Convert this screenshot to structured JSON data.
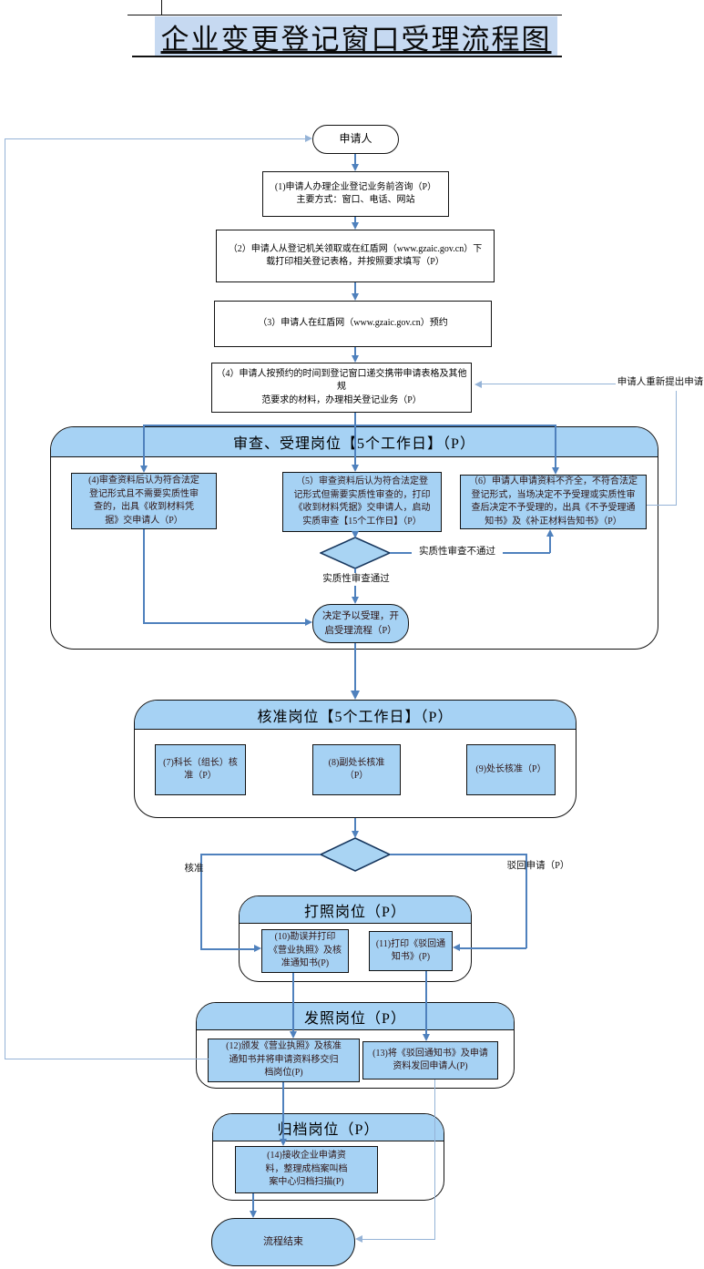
{
  "title": "企业变更登记窗口受理流程图",
  "colors": {
    "node_fill": "#a6d2f4",
    "title_fill": "#c6d9f1",
    "connector": "#4f81bd",
    "connector_light": "#95b3d7"
  },
  "nodes": {
    "applicant": "申请人",
    "step1": "(1)申请人办理企业登记业务前咨询（P）\n主要方式：窗口、电话、网站",
    "step2": "（2）申请人从登记机关领取或在红盾网（www.gzaic.gov.cn）下\n载打印相关登记表格，并按照要求填写（P）",
    "step3": "（3）申请人在红盾网（www.gzaic.gov.cn）预约",
    "step4": "（4）申请人按预约的时间到登记窗口递交携带申请表格及其他规\n范要求的材料，办理相关登记业务（P）",
    "review_header": "审查、受理岗位【5个工作日】（P）",
    "review_a": "(4)审查资料后认为符合法定\n登记形式且不需要实质性审\n查的，出具《收到材料凭\n据》交申请人（P）",
    "review_b": "（5）审查资料后认为符合法定登\n记形式但需要实质性审查的，打印\n《收到材料凭据》交申请人，启动\n实质审查【15个工作日】（P）",
    "review_c": "（6）申请人申请资料不齐全，不符合法定\n登记形式，当场决定不予受理或实质性审\n查后决定不予受理的，出具《不予受理通\n知书》及《补正材料告知书》（P）",
    "accept": "决定予以受理，开\n启受理流程（P）",
    "approve_header": "核准岗位【5个工作日】（P）",
    "approve_a": "(7)科长（组长）核\n准（P）",
    "approve_b": "(8)副处长核准\n（P）",
    "approve_c": "(9)处长核准（P）",
    "print_header": "打照岗位（P）",
    "print_a": "(10)勘误并打印\n《营业执照》及核\n准通知书(P)",
    "print_b": "(11)打印《驳回通\n知书》(P)",
    "issue_header": "发照岗位（P）",
    "issue_a": "(12)颁发《营业执照》及核准\n通知书并将申请资料移交归\n档岗位(P)",
    "issue_b": "(13)将《驳回通知书》及申请\n资料发回申请人(P)",
    "archive_header": "归档岗位（P）",
    "archive_a": "(14)接收企业申请资\n料，整理成档案叫档\n案中心归档扫描(P)",
    "end": "流程结束"
  },
  "labels": {
    "fail": "实质性审查不通过",
    "pass": "实质性审查通过",
    "approved": "核准",
    "rejected": "驳回申请（P）",
    "reapply": "申请人重新提出申请"
  }
}
